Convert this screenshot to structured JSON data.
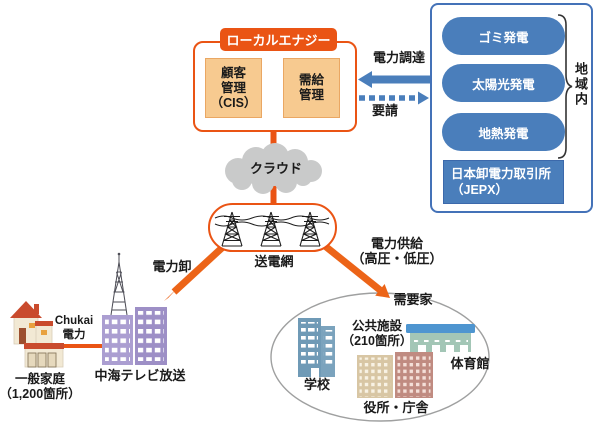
{
  "diagram": {
    "local_energy": {
      "title": "ローカルエナジー",
      "customer_mgmt": "顧客\n管理\n（CIS）",
      "supply_demand_mgmt": "需給\n管理"
    },
    "arrows": {
      "procurement": "電力調達",
      "request": "要請",
      "wholesale": "電力卸",
      "supply": "電力供給\n（高圧・低圧）"
    },
    "regional": {
      "sources": [
        "ゴミ発電",
        "太陽光発電",
        "地熱発電"
      ],
      "market": "日本卸電力取引所\n（JEPX）",
      "region_label": "地域内"
    },
    "cloud_label": "クラウド",
    "grid_label": "送電網",
    "households": {
      "name": "一般家庭\n（1,200箇所）",
      "utility": "Chukai\n電力"
    },
    "tv_station": "中海テレビ放送",
    "consumers": {
      "title": "需要家",
      "public_facilities": "公共施設\n（210箇所）",
      "school": "学校",
      "gymnasium": "体育館",
      "government": "役所・庁舎"
    }
  },
  "colors": {
    "orange": "#ea5414",
    "orange_arrow": "#ec6418",
    "blue_fill": "#4a7ebb",
    "blue_border": "#4472b8",
    "peach_fill": "#f7ca90",
    "cloud_gray": "#c9caca",
    "ellipse_gray": "#9fa0a0",
    "purple_building": "#ab9ed1",
    "school_blue": "#6f9ab6",
    "gym_green": "#a3c6b6",
    "tan_building": "#d8c6a4",
    "rose_building": "#c08b81"
  }
}
